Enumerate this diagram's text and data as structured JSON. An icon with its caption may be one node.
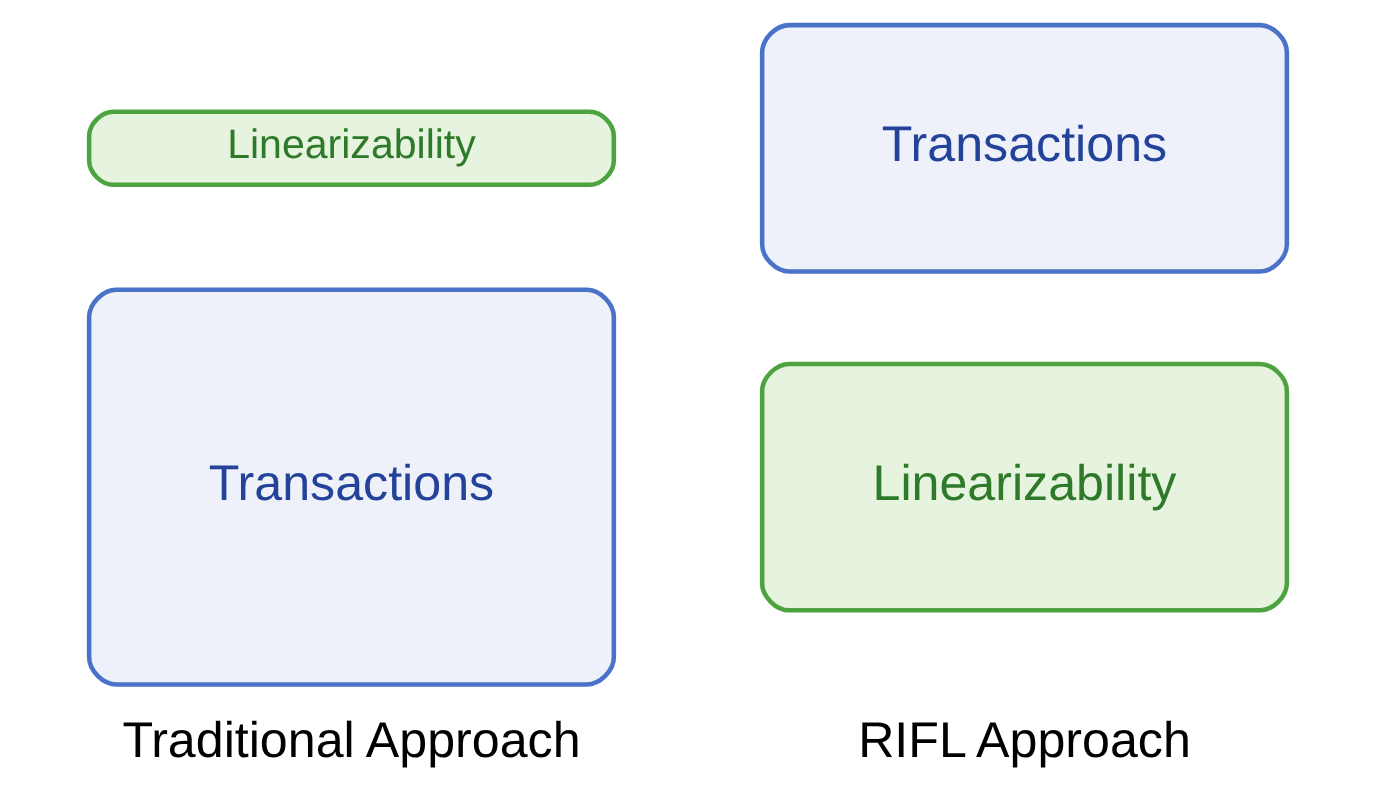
{
  "diagram": {
    "nodes": [
      {
        "text": [
          "Linearizability"
        ]
      },
      {
        "text": [
          "Transactions"
        ]
      },
      {
        "text": [
          "Transactions"
        ]
      },
      {
        "text": [
          "Linearizability"
        ]
      }
    ],
    "labels": [
      "Traditional Approach",
      "RIFL Approach"
    ]
  }
}
